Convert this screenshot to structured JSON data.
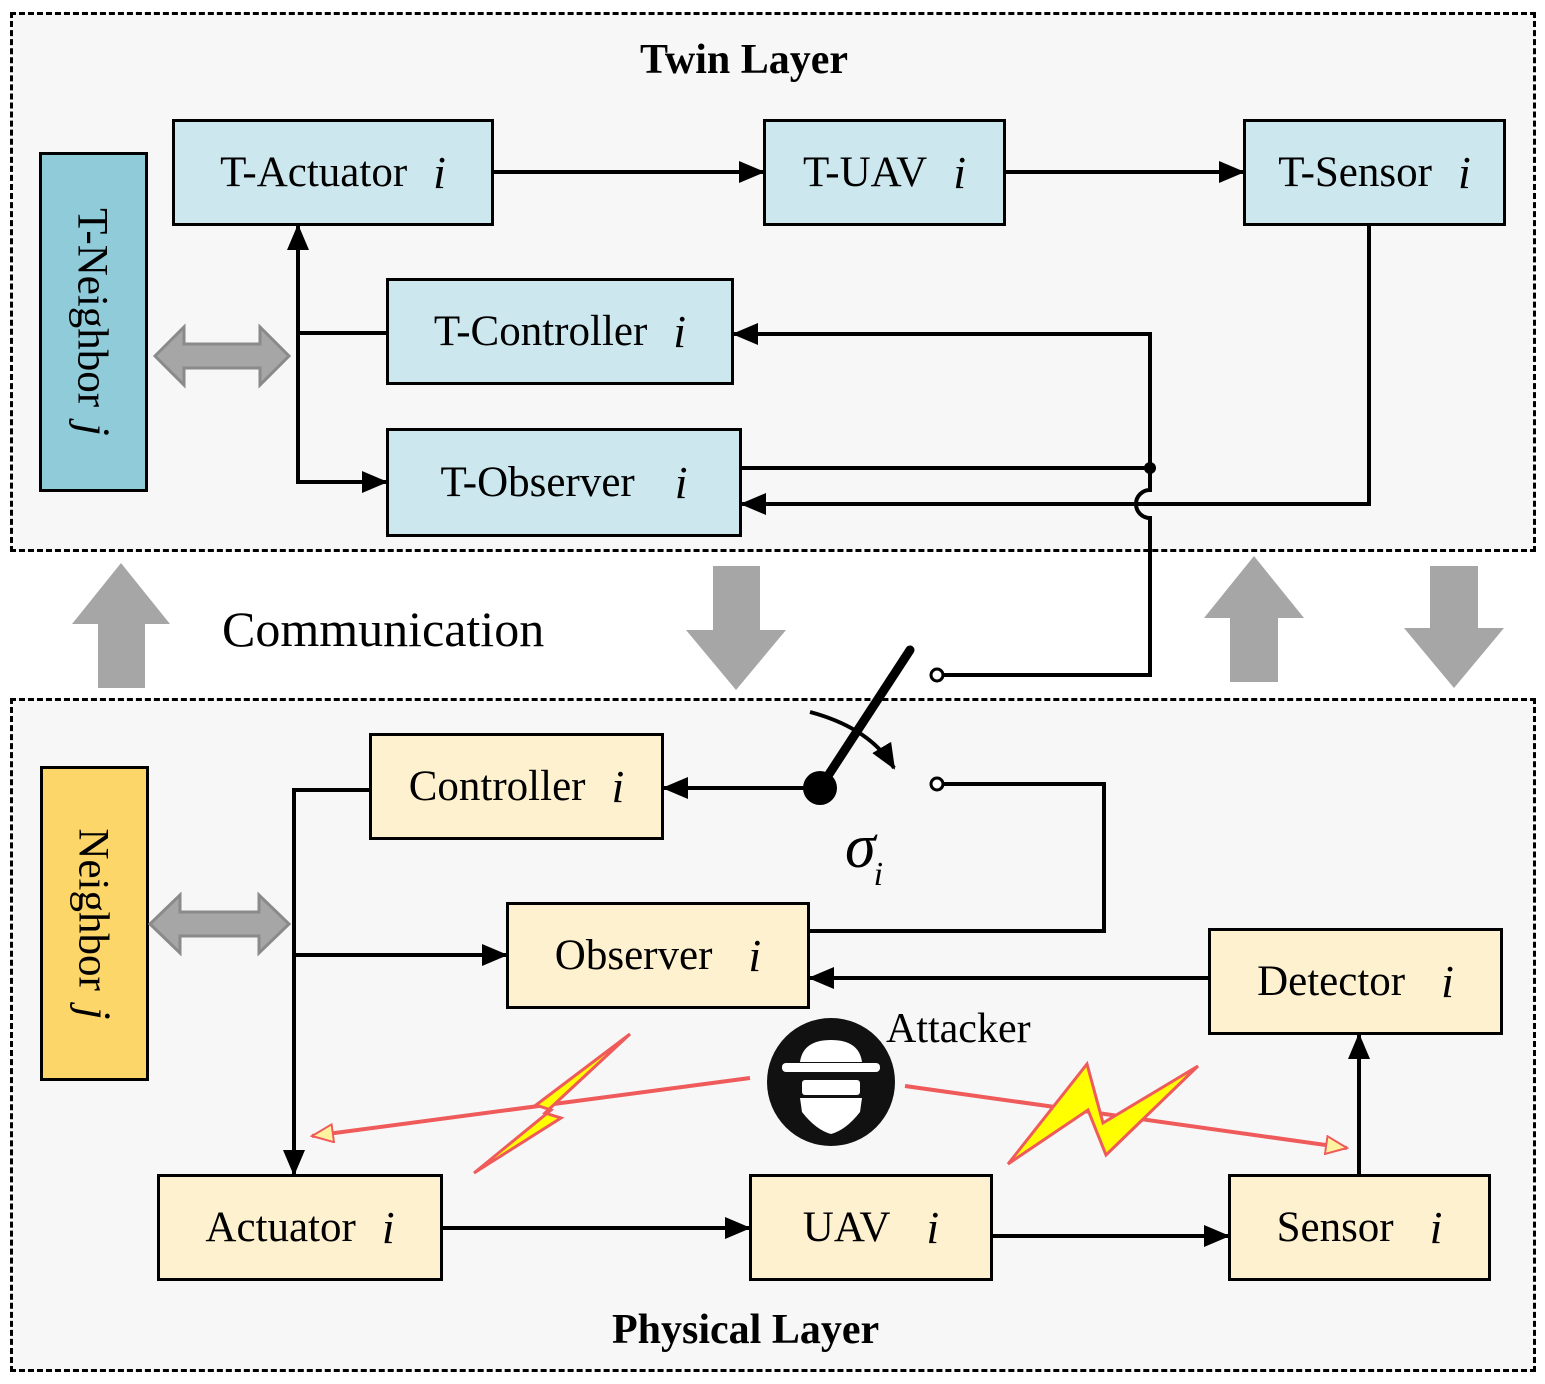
{
  "twin_layer": {
    "title": "Twin Layer",
    "t_actuator": {
      "label": "T-Actuator",
      "index": "i"
    },
    "t_uav": {
      "label": "T-UAV",
      "index": "i"
    },
    "t_sensor": {
      "label": "T-Sensor",
      "index": "i"
    },
    "t_controller": {
      "label": "T-Controller",
      "index": "i"
    },
    "t_observer": {
      "label": "T-Observer",
      "index": "i"
    },
    "t_neighbor": {
      "label": "T-Neighbor",
      "index": "j"
    }
  },
  "physical_layer": {
    "title": "Physical Layer",
    "controller": {
      "label": "Controller",
      "index": "i"
    },
    "observer": {
      "label": "Observer",
      "index": "i"
    },
    "detector": {
      "label": "Detector",
      "index": "i"
    },
    "actuator": {
      "label": "Actuator",
      "index": "i"
    },
    "uav": {
      "label": "UAV",
      "index": "i"
    },
    "sensor": {
      "label": "Sensor",
      "index": "i"
    },
    "neighbor": {
      "label": "Neighbor",
      "index": "j"
    }
  },
  "communication_label": "Communication",
  "switch_label": {
    "symbol": "σ",
    "subscript": "i"
  },
  "attacker_label": "Attacker",
  "colors": {
    "twin_box": "#cce8ee",
    "twin_neighbor": "#8fcbd8",
    "physical_box": "#fef1cf",
    "physical_neighbor": "#fdd66a",
    "comm_arrow": "#a6a6a6",
    "attack_line": "#ef5a5a",
    "lightning_fill": "#ffff00"
  },
  "icons": {
    "attacker": "spy-icon",
    "attack_signal": "lightning-icon",
    "neighbor_link": "double-arrow-icon"
  }
}
